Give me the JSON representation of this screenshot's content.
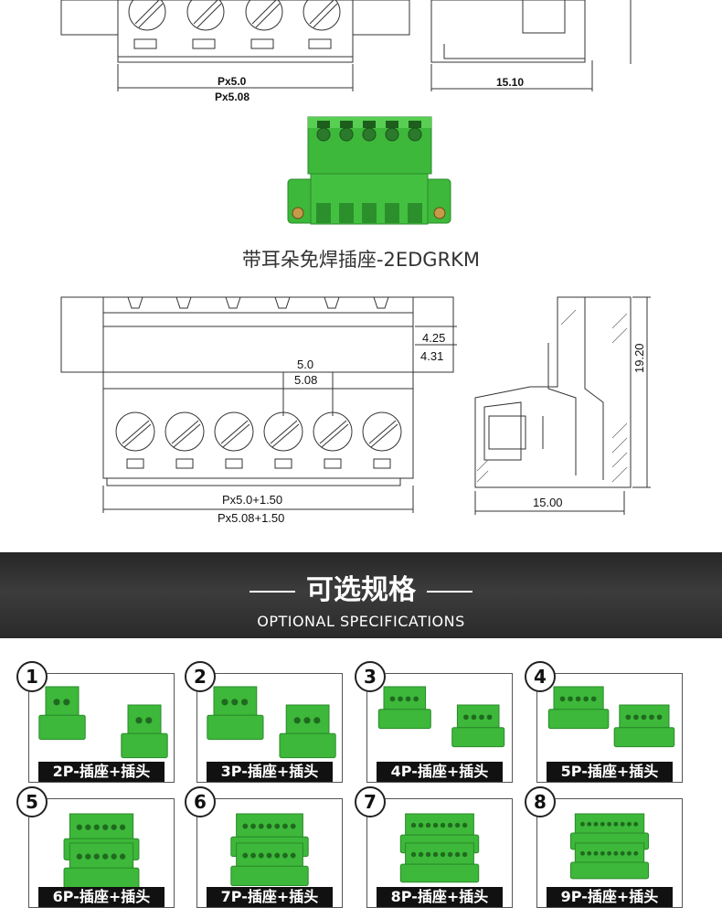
{
  "top_drawing": {
    "dim_pitch_1": "Px5.0",
    "dim_pitch_2": "Px5.08",
    "dim_side": "15.10"
  },
  "product": {
    "caption": "带耳朵免焊插座-2EDGRKM"
  },
  "front_drawing": {
    "dim_height_1": "4.25",
    "dim_height_2": "4.31",
    "dim_pitch_1": "5.0",
    "dim_pitch_2": "5.08",
    "dim_width_1": "Px5.0+1.50",
    "dim_width_2": "Px5.08+1.50"
  },
  "side_drawing": {
    "dim_height": "19.20",
    "dim_depth": "15.00"
  },
  "banner": {
    "title": "可选规格",
    "subtitle": "OPTIONAL SPECIFICATIONS"
  },
  "options": [
    {
      "num": "1",
      "label": "2P-插座+插头"
    },
    {
      "num": "2",
      "label": "3P-插座+插头"
    },
    {
      "num": "3",
      "label": "4P-插座+插头"
    },
    {
      "num": "4",
      "label": "5P-插座+插头"
    },
    {
      "num": "5",
      "label": "6P-插座+插头"
    },
    {
      "num": "6",
      "label": "7P-插座+插头"
    },
    {
      "num": "7",
      "label": "8P-插座+插头"
    },
    {
      "num": "8",
      "label": "9P-插座+插头"
    }
  ],
  "colors": {
    "connector_green": "#3db83a",
    "banner_dark": "#2e2e2e"
  }
}
